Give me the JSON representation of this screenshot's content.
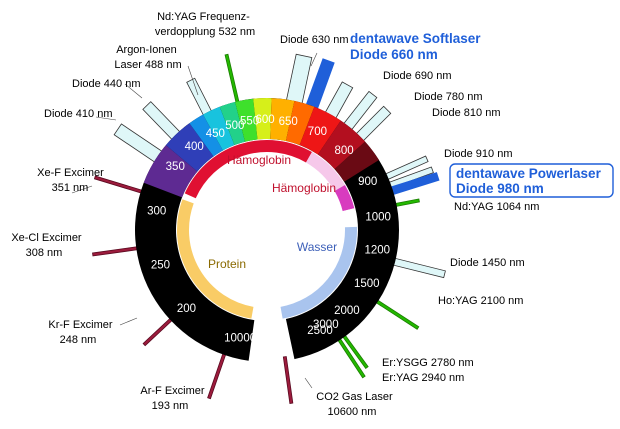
{
  "colors": {
    "ring_black": "#000000",
    "brand_blue": "#1f5fd9",
    "diode_fill": "#dff7f8",
    "diode_stroke": "#333333",
    "nd_yag_green": "#23b800",
    "excimer_red": "#9c1b3c",
    "hemoglobin_red": "#e01032",
    "hemoglobin_pink": "#f6c8ea",
    "protein_yellow": "#f9cc66",
    "water_blue": "#a9c4ee",
    "violet": "#5e2a92"
  },
  "ring": {
    "ticks": [
      "200",
      "250",
      "300",
      "350",
      "400",
      "450",
      "500",
      "550",
      "600",
      "650",
      "700",
      "800",
      "900",
      "1000",
      "1200",
      "1500",
      "2000",
      "2500",
      "3000",
      "10000"
    ]
  },
  "inner_labels": {
    "hemoglobin_top": "Hämoglobin",
    "hemoglobin_right": "Hämoglobin",
    "protein": "Protein",
    "water": "Wasser"
  },
  "lasers": {
    "nd_yag_532": [
      "Nd:YAG Frequenz-",
      "verdopplung 532 nm"
    ],
    "argon": [
      "Argon-Ionen",
      "Laser 488 nm"
    ],
    "diode_440": "Diode 440 nm",
    "diode_410": "Diode 410 nm",
    "xef": [
      "Xe-F Excimer",
      "351 nm"
    ],
    "xecl": [
      "Xe-Cl Excimer",
      "308 nm"
    ],
    "krf": [
      "Kr-F Excimer",
      "248 nm"
    ],
    "arf": [
      "Ar-F Excimer",
      "193 nm"
    ],
    "co2": [
      "CO2 Gas Laser",
      "10600 nm"
    ],
    "er": [
      "Er:YSGG 2780 nm",
      "Er:YAG 2940 nm"
    ],
    "ho": "Ho:YAG 2100 nm",
    "diode_1450": "Diode 1450 nm",
    "nd_yag_1064": "Nd:YAG 1064 nm",
    "diode_910": "Diode 910 nm",
    "diode_810": "Diode 810 nm",
    "diode_780": "Diode 780 nm",
    "diode_690": "Diode 690 nm",
    "diode_630": "Diode 630 nm"
  },
  "brand": {
    "softlaser": [
      "dentawave Softlaser",
      "Diode 660 nm"
    ],
    "powerlaser": [
      "dentawave Powerlaser",
      "Diode 980 nm"
    ]
  }
}
